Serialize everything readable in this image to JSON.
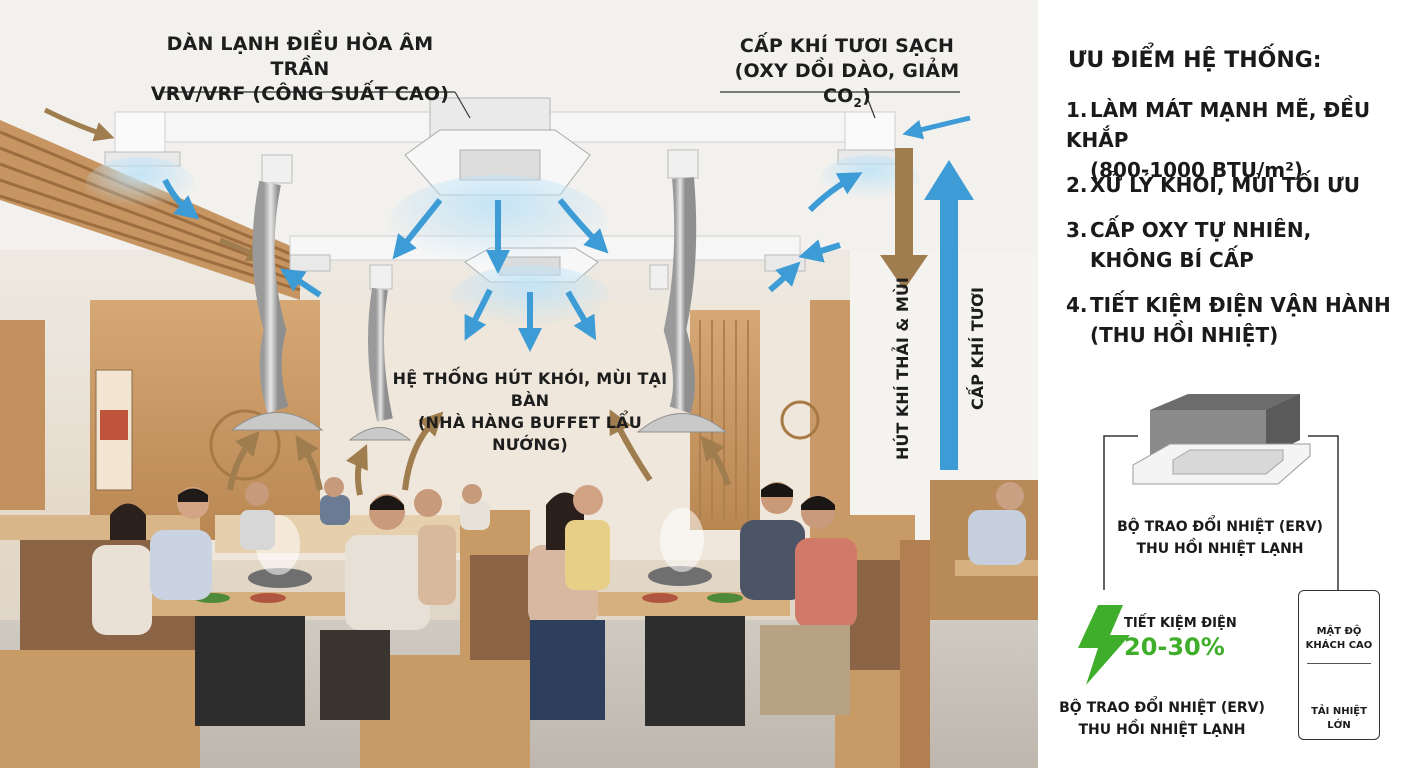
{
  "scene": {
    "labels": {
      "indoor_unit": [
        "DÀN LẠNH ĐIỀU HÒA ÂM TRẦN",
        "VRV/VRF (CÔNG SUẤT CAO)"
      ],
      "fresh_air_supply": [
        "CẤP KHÍ TƯƠI SẠCH",
        "(OXY DỒI DÀO, GIẢM CO",
        ")"
      ],
      "fresh_air_subscript": "2",
      "smoke_extraction": [
        "HỆ THỐNG HÚT KHÓI, MÙI TẠI BÀN",
        "(NHÀ HÀNG BUFFET LẨU NƯỚNG)"
      ],
      "exhaust_vertical": "HÚT KHÍ THẢI & MÙI",
      "fresh_vertical": "CẤP KHÍ TƯƠI"
    },
    "colors": {
      "cool_air_arrow": "#3d9bd6",
      "exhaust_arrow": "#a07d4f",
      "smoke_arrow": "#a07d4f",
      "wood": "#c99a68"
    }
  },
  "panel": {
    "title": "ƯU ĐIỂM HỆ THỐNG:",
    "benefits": [
      {
        "num": "1.",
        "line1": "LÀM MÁT MẠNH MẼ, ĐỀU KHẮP",
        "line2": "(800-1000 BTU/m²)"
      },
      {
        "num": "2.",
        "line1": "XỬ LÝ KHÓI, MÙI TỐI ƯU",
        "line2": ""
      },
      {
        "num": "3.",
        "line1": "CẤP OXY TỰ NHIÊN,",
        "line2": "KHÔNG BÍ CẤP"
      },
      {
        "num": "4.",
        "line1": "TIẾT KIỆM  ĐIỆN VẬN HÀNH",
        "line2": "(THU HỒI NHIỆT)"
      }
    ],
    "erv_top": [
      "BỘ TRAO ĐỔI NHIỆT (ERV)",
      "THU HỒI NHIỆT LẠNH"
    ],
    "erv_bottom": [
      "BỘ TRAO ĐỔI NHIỆT (ERV)",
      "THU HỒI NHIỆT LẠNH"
    ],
    "saving_label": "TIẾT KIỆM ĐIỆN",
    "saving_value": "20-30%",
    "badge_top": [
      "MẬT ĐỘ",
      "KHÁCH CAO"
    ],
    "badge_bottom": [
      "TẢI NHIỆT",
      "LỚN"
    ],
    "icons": {
      "energy": "lightning-bolt-icon",
      "crowd": "people-group-icon",
      "heat": "heat-waves-icon",
      "unit": "cassette-ac-icon"
    },
    "colors": {
      "saving_green": "#3fae2a",
      "text": "#1a1a1a"
    }
  }
}
